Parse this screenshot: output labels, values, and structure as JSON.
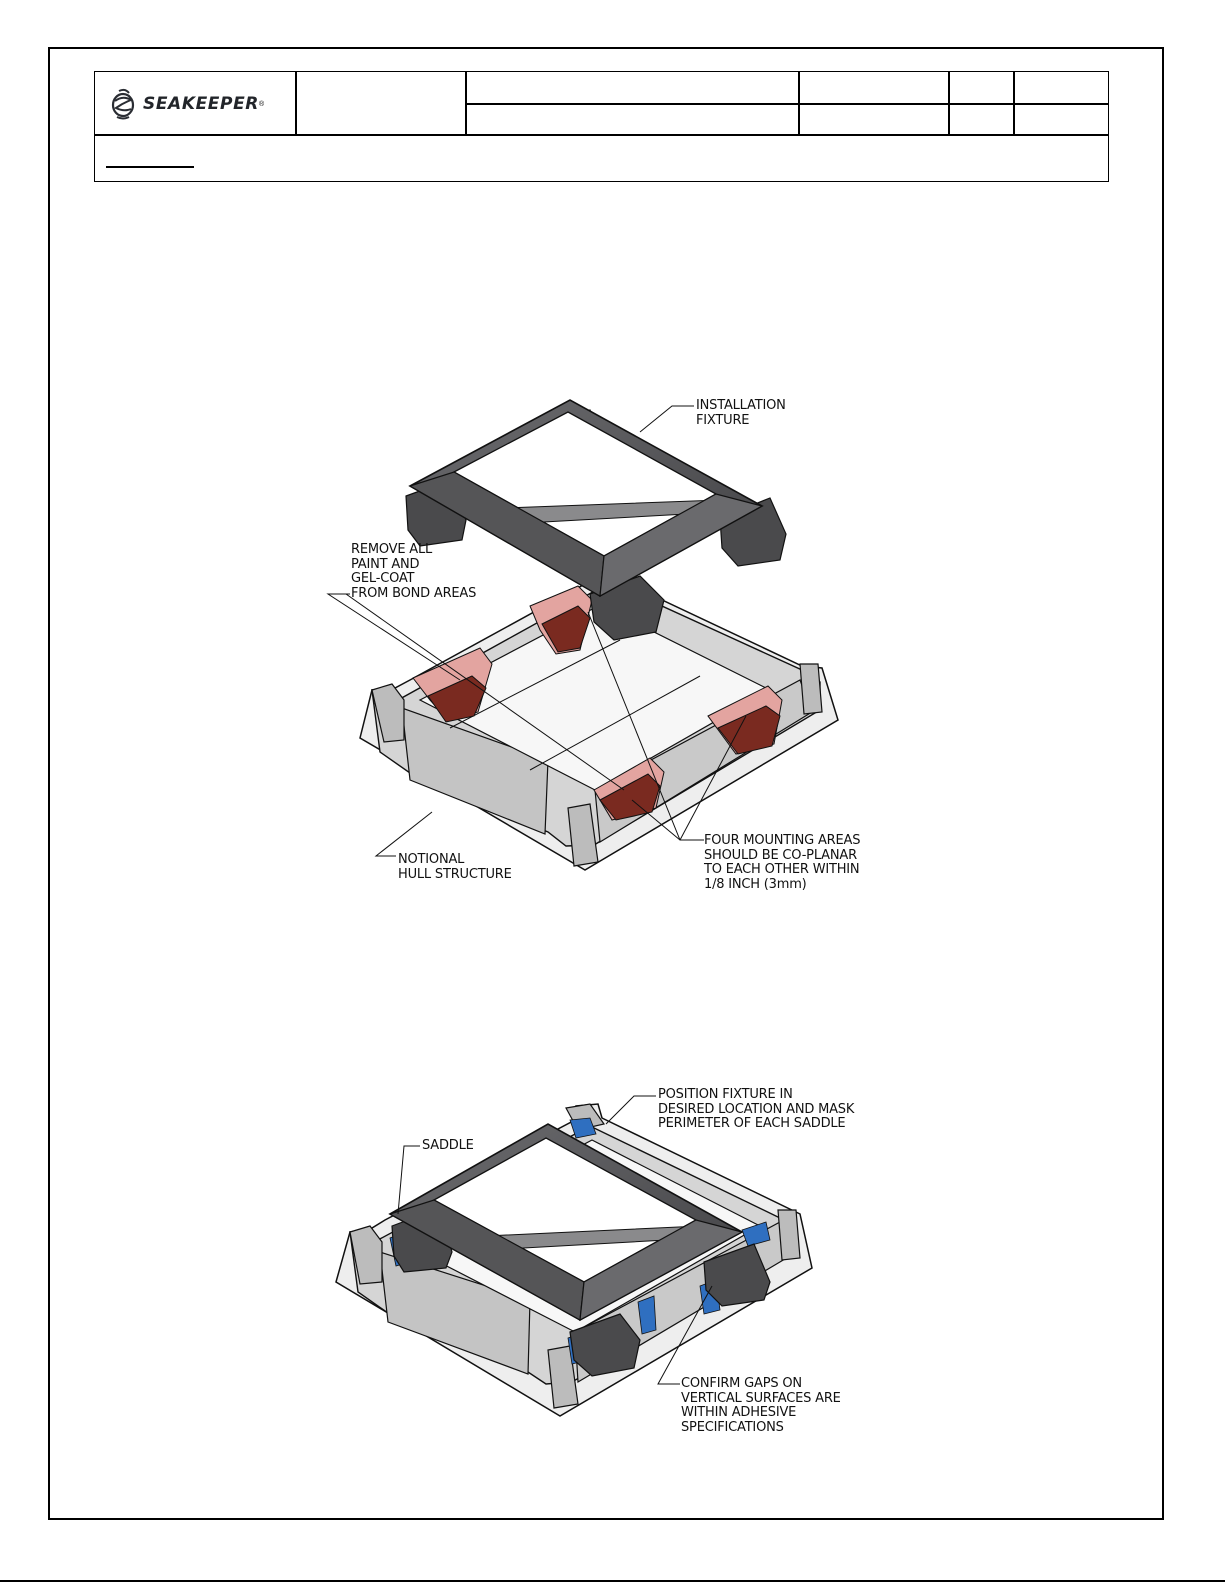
{
  "header": {
    "logo_text": "SEAKEEPER",
    "logo_mark": "®",
    "brand_color": "#22252a"
  },
  "figure_1": {
    "callouts": {
      "installation_fixture": "INSTALLATION\nFIXTURE",
      "remove_paint": "REMOVE ALL\nPAINT AND\nGEL-COAT\nFROM BOND AREAS",
      "four_mounting_areas": "FOUR MOUNTING AREAS\nSHOULD BE CO-PLANAR\nTO EACH OTHER WITHIN\n1/8 INCH (3mm)",
      "notional_hull": "NOTIONAL\nHULL STRUCTURE"
    },
    "colors": {
      "bond_area_light": "#e3a4a0",
      "bond_area_dark": "#7a2a20",
      "fixture": "#5c5c5e",
      "hull": "#cfcfcf"
    }
  },
  "figure_2": {
    "callouts": {
      "position_fixture": "POSITION FIXTURE IN\nDESIRED LOCATION AND MASK\nPERIMETER OF EACH SADDLE",
      "saddle": "SADDLE",
      "confirm_gaps": "CONFIRM GAPS ON\nVERTICAL SURFACES ARE\nWITHIN ADHESIVE\nSPECIFICATIONS"
    },
    "colors": {
      "masking_tape": "#2f6fc0"
    }
  }
}
